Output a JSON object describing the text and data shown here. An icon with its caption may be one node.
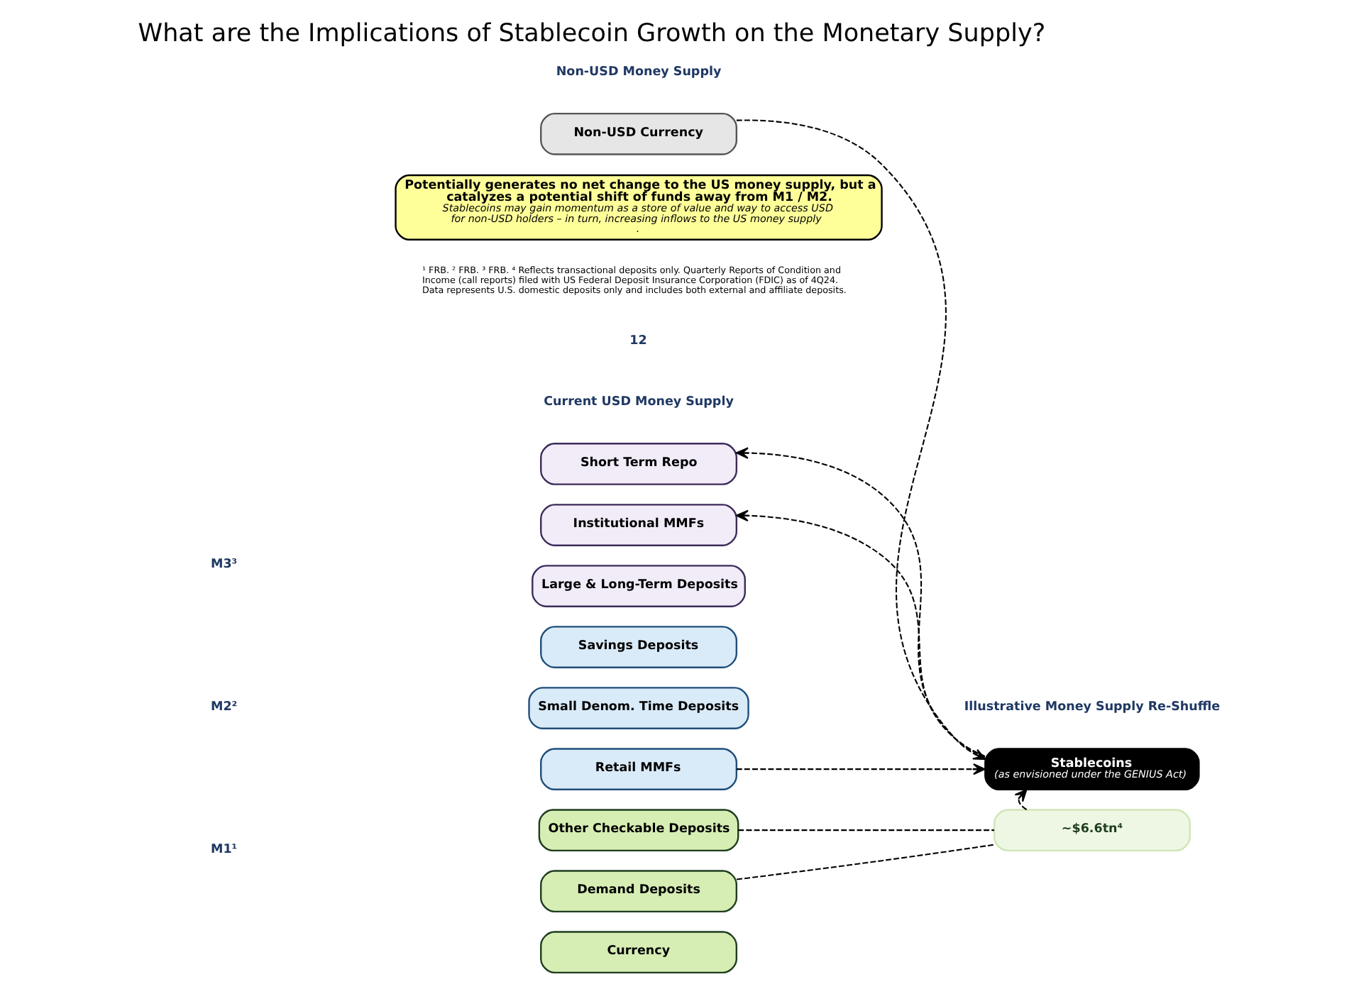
{
  "diagram": {
    "title": "What are the Implications of Stablecoin Growth on the Monetary Supply?",
    "nodes": [
      {
        "text": [
          "Short Term Repo"
        ]
      },
      {
        "text": [
          "Institutional MMFs"
        ]
      },
      {
        "text": [
          "Large & Long-Term Deposits"
        ]
      },
      {
        "text": [
          "Savings Deposits"
        ]
      },
      {
        "text": [
          "Small Denom. Time Deposits"
        ]
      },
      {
        "text": [
          "Retail MMFs"
        ]
      },
      {
        "text": [
          "Other Checkable Deposits"
        ]
      },
      {
        "text": [
          "Demand Deposits"
        ]
      },
      {
        "text": [
          "Currency"
        ]
      },
      {
        "text": [
          "~$6.6tn⁴"
        ]
      },
      {
        "text": [
          "Stablecoins",
          "(as envisioned under the GENIUS Act)"
        ]
      },
      {
        "text": [
          "Non-USD Currency"
        ]
      },
      {
        "text": [
          "Potentially generates no net change to the US money supply, but a catalyzes a potential shift of funds away from M1 / M2.",
          "Stablecoins may gain momentum as a store of value and way to access USD for non-USD holders – in turn, increasing inflows to the US money supply ."
        ]
      }
    ],
    "edges": [
      {
        "from": 10,
        "to": 0,
        "arrow": "to",
        "style": "dashed"
      },
      {
        "from": 10,
        "to": 1,
        "arrow": "to",
        "style": "dashed"
      },
      {
        "from": 5,
        "to": 10,
        "arrow": "to",
        "style": "dashed"
      },
      {
        "from": 6,
        "to": 9,
        "arrow": "none",
        "style": "dashed"
      },
      {
        "from": 7,
        "to": 9,
        "arrow": "none",
        "style": "dashed"
      },
      {
        "from": 9,
        "to": 10,
        "arrow": "to",
        "style": "dashed"
      },
      {
        "from": 11,
        "to": 10,
        "arrow": "to",
        "style": "dashed"
      }
    ],
    "labels": [
      "Current USD Money Supply",
      "Illustrative Money Supply Re-Shuffle",
      "Non-USD Money Supply",
      "M3³",
      "M2²",
      "M1¹",
      "¹ FRB. ² FRB. ³ FRB. ⁴ Reflects transactional deposits only. Quarterly Reports of Condition and Income (call reports) filed with US Federal Deposit Insurance Corporation (FDIC) as of 4Q24. Data represents U.S. domestic deposits only and includes both external and affiliate deposits.",
      "12"
    ]
  }
}
